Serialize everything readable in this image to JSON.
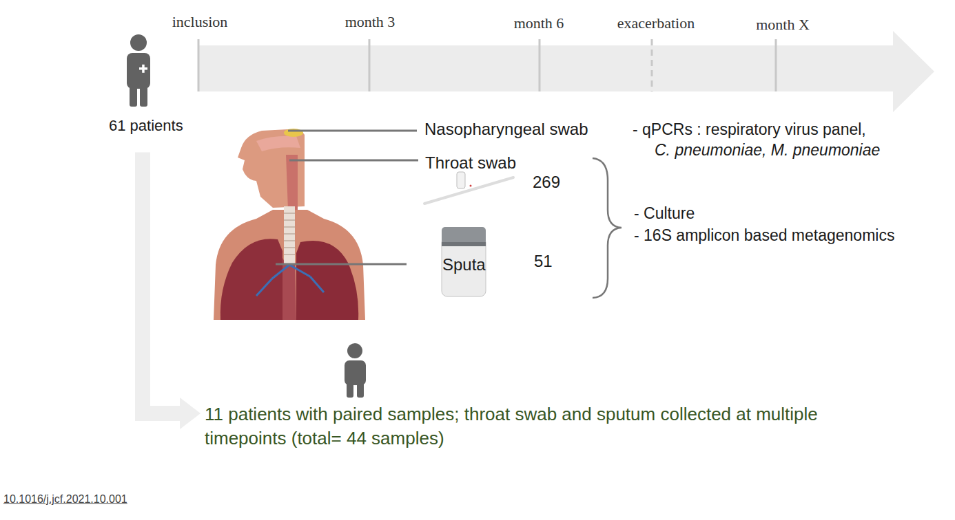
{
  "diagram": {
    "nodes": [
      {
        "text": [
          "61 patients"
        ]
      },
      {
        "text": [
          "11 patients with paired samples; throat swab and sputum collected at multiple timepoints (total= 44 samples)"
        ]
      }
    ],
    "edges": [
      {
        "from": 0,
        "to": 1,
        "arrow": "to"
      }
    ],
    "labels": [
      "inclusion",
      "month 3",
      "month 6",
      "exacerbation",
      "month X",
      "Nasopharyngeal swab",
      "Throat swab",
      "269",
      "Sputa",
      "51",
      "- qPCRs : respiratory virus panel,",
      "C. pneumoniae, M. pneumoniae",
      "- Culture",
      "- 16S amplicon based metagenomics",
      "10.1016/j.jcf.2021.10.001"
    ]
  }
}
